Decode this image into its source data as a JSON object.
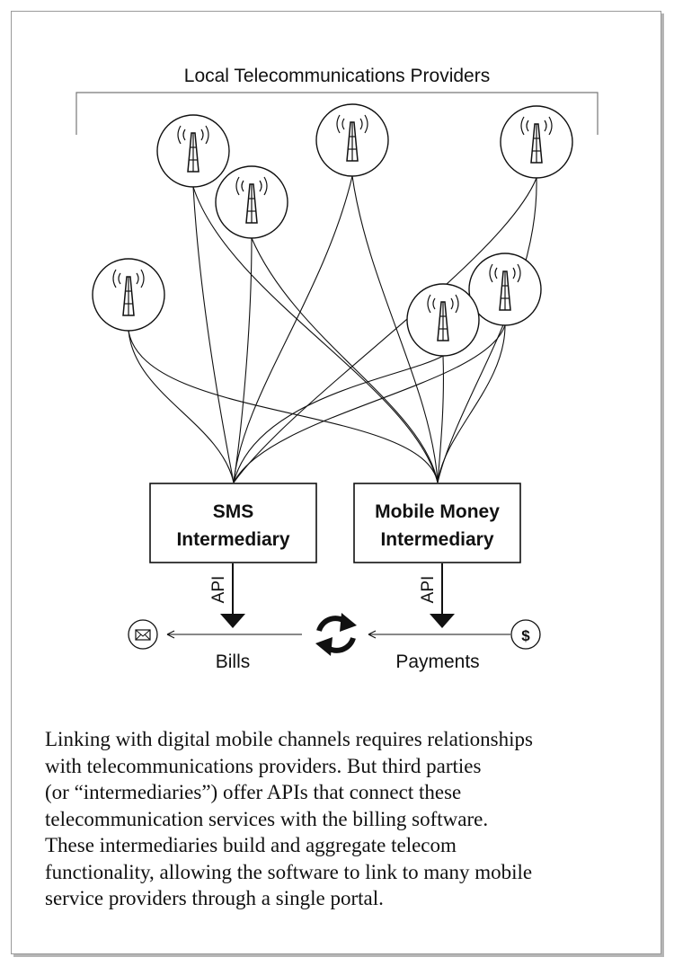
{
  "header": {
    "title": "Local Telecommunications Providers"
  },
  "intermediaries": {
    "sms": {
      "line1": "SMS",
      "line2": "Intermediary"
    },
    "mobile_money": {
      "line1": "Mobile Money",
      "line2": "Intermediary"
    }
  },
  "api_label": "API",
  "flow": {
    "bills_label": "Bills",
    "payments_label": "Payments",
    "bills_icon": "envelope-icon",
    "payments_icon": "dollar-coin-icon",
    "payments_symbol": "$",
    "cycle_icon": "refresh-cycle-icon"
  },
  "towers": {
    "icon": "cell-tower-icon",
    "count": 7
  },
  "caption": {
    "lines": [
      "Linking with digital mobile channels requires relationships",
      "with telecommunications providers. But third parties",
      "(or “intermediaries”) offer APIs that connect these",
      "telecommunication services with the billing software.",
      "These intermediaries build and aggregate telecom",
      "functionality, allowing the software to link to many mobile",
      "service providers through a single portal."
    ]
  },
  "colors": {
    "ink": "#111111",
    "frame": "#9a9a9a",
    "background": "#ffffff"
  }
}
